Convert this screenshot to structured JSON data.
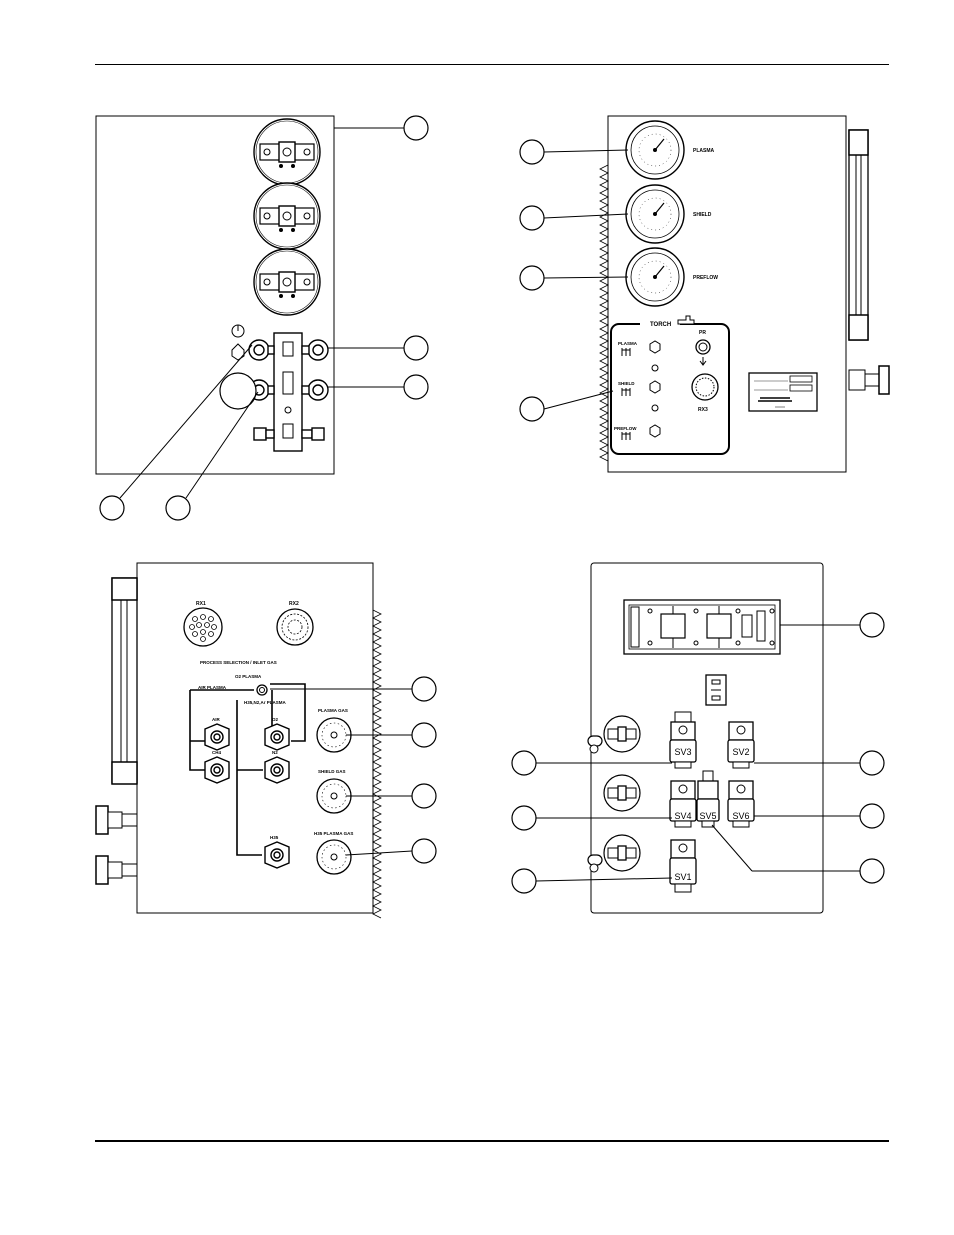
{
  "top_panels": {
    "right": {
      "gauge_labels": [
        "PLASMA",
        "SHIELD",
        "PREFLOW"
      ],
      "torch_box": {
        "title": "TORCH",
        "valves": [
          "PLASMA",
          "SHIELD",
          "PREFLOW"
        ],
        "connectors": [
          "PR",
          "RX3"
        ]
      }
    }
  },
  "bottom_panels": {
    "left": {
      "connectors": [
        "RX1",
        "RX2"
      ],
      "heading": "PROCESS SELECTION / INLET GAS",
      "labels": {
        "o2_plasma": "O2 PLASMA",
        "air_plasma": "AIR PLASMA",
        "h35_plasma": "H35,N2,Ar PLASMA",
        "air": "AIR",
        "o2": "O2",
        "ch4": "CH4",
        "n2": "N2",
        "h35": "H35"
      },
      "gauge_labels": [
        "PLASMA GAS",
        "SHIELD GAS",
        "H35 PLASMA GAS"
      ]
    },
    "right": {
      "solenoids": [
        "SV3",
        "SV2",
        "SV4",
        "SV5",
        "SV6",
        "SV1"
      ]
    }
  },
  "colors": {
    "ink": "#000000",
    "paper": "#ffffff"
  }
}
